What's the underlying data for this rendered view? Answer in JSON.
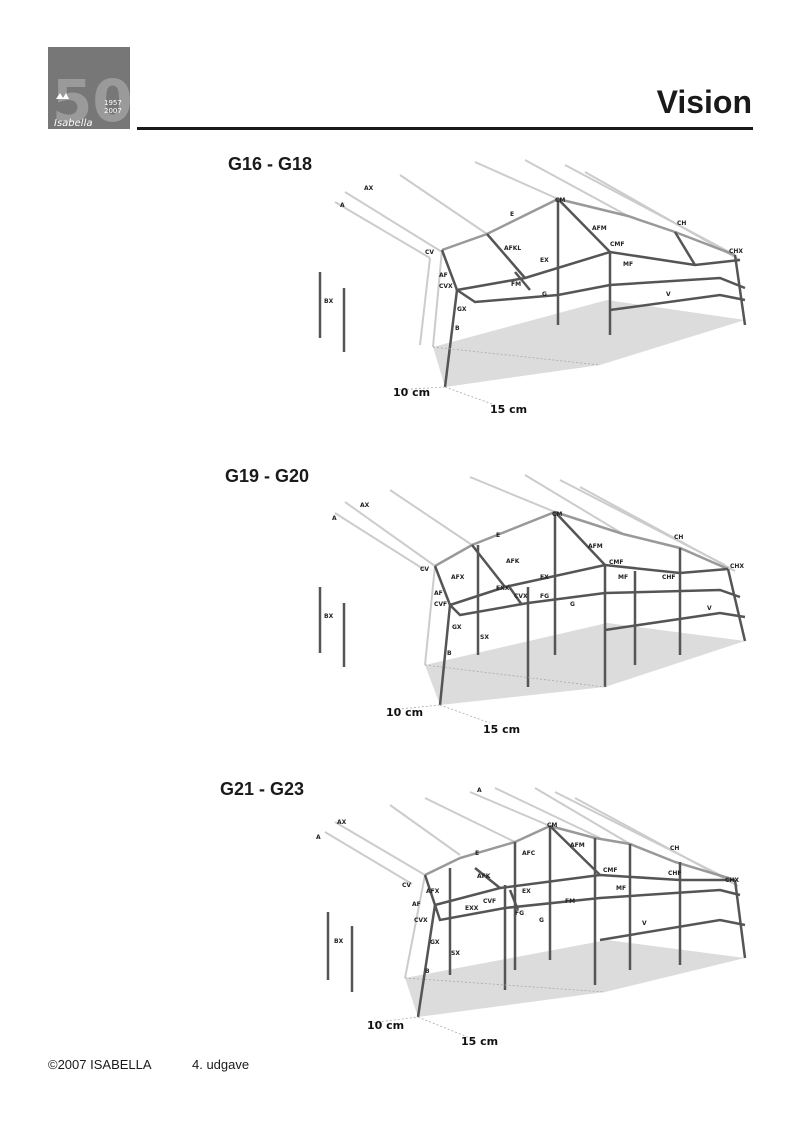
{
  "header": {
    "logo": {
      "number": "50",
      "years": [
        "1957",
        "2007"
      ],
      "brand": "Isabella"
    },
    "title": "Vision"
  },
  "sections": [
    {
      "title": "G16 - G18",
      "labels": [
        "AX",
        "A",
        "E",
        "CM",
        "AFM",
        "CH",
        "CV",
        "AFKL",
        "CMF",
        "CHX",
        "EX",
        "MF",
        "AF",
        "CVX",
        "FM",
        "G",
        "V",
        "GX",
        "BX",
        "B"
      ],
      "dims": [
        "10 cm",
        "15 cm"
      ]
    },
    {
      "title": "G19 - G20",
      "labels": [
        "AX",
        "A",
        "E",
        "CM",
        "AFM",
        "CH",
        "CV",
        "AFX",
        "AFK",
        "CMF",
        "CHX",
        "EXX",
        "EX",
        "MF",
        "CHF",
        "AF",
        "CVX",
        "CVF",
        "FG",
        "G",
        "V",
        "GX",
        "SX",
        "BX",
        "B"
      ],
      "dims": [
        "10 cm",
        "15 cm"
      ]
    },
    {
      "title": "G21 - G23",
      "labels": [
        "A",
        "AX",
        "A",
        "CM",
        "AFM",
        "E",
        "AFC",
        "CH",
        "CV",
        "AFX",
        "AFK",
        "CMF",
        "CHF",
        "CHX",
        "EX",
        "MF",
        "AF",
        "EXX",
        "CVF",
        "FM",
        "FG",
        "G",
        "V",
        "CVX",
        "GX",
        "SX",
        "BX",
        "B"
      ],
      "dims": [
        "10 cm",
        "15 cm"
      ]
    }
  ],
  "footer": {
    "copyright": "©2007 ISABELLA",
    "edition": "4. udgave"
  },
  "colors": {
    "pole_dark": "#555555",
    "pole_mid": "#888888",
    "pole_light": "#cccccc",
    "floor": "#dcdcdc",
    "logo_bg": "#777777"
  }
}
